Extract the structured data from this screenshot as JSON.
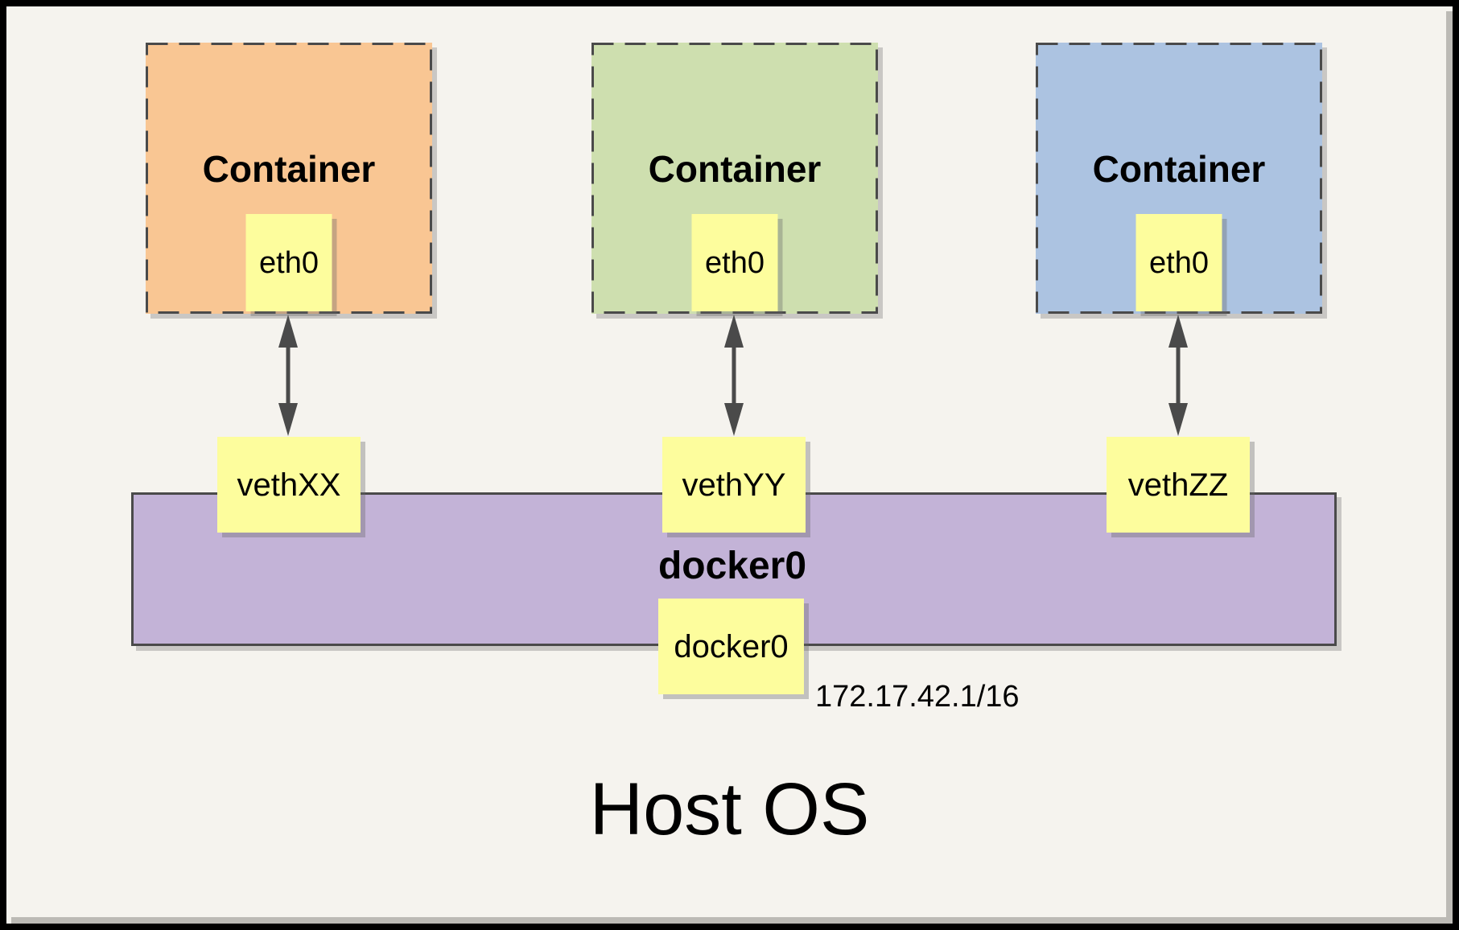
{
  "diagram": {
    "containers": [
      {
        "label": "Container",
        "interface_label": "eth0",
        "veth_label": "vethXX",
        "fill": "#F9C693"
      },
      {
        "label": "Container",
        "interface_label": "eth0",
        "veth_label": "vethYY",
        "fill": "#CEDFAF"
      },
      {
        "label": "Container",
        "interface_label": "eth0",
        "veth_label": "vethZZ",
        "fill": "#ACC3E1"
      }
    ],
    "bridge": {
      "label": "docker0",
      "interface_label": "docker0",
      "ip_label": "172.17.42.1/16",
      "fill": "#C3B3D7"
    },
    "host_label": "Host OS",
    "colors": {
      "background": "#F5F3EE",
      "interface_box_fill": "#FDFD9D",
      "line_and_arrow": "#4A4A4A",
      "outer_frame": "#000000"
    }
  }
}
